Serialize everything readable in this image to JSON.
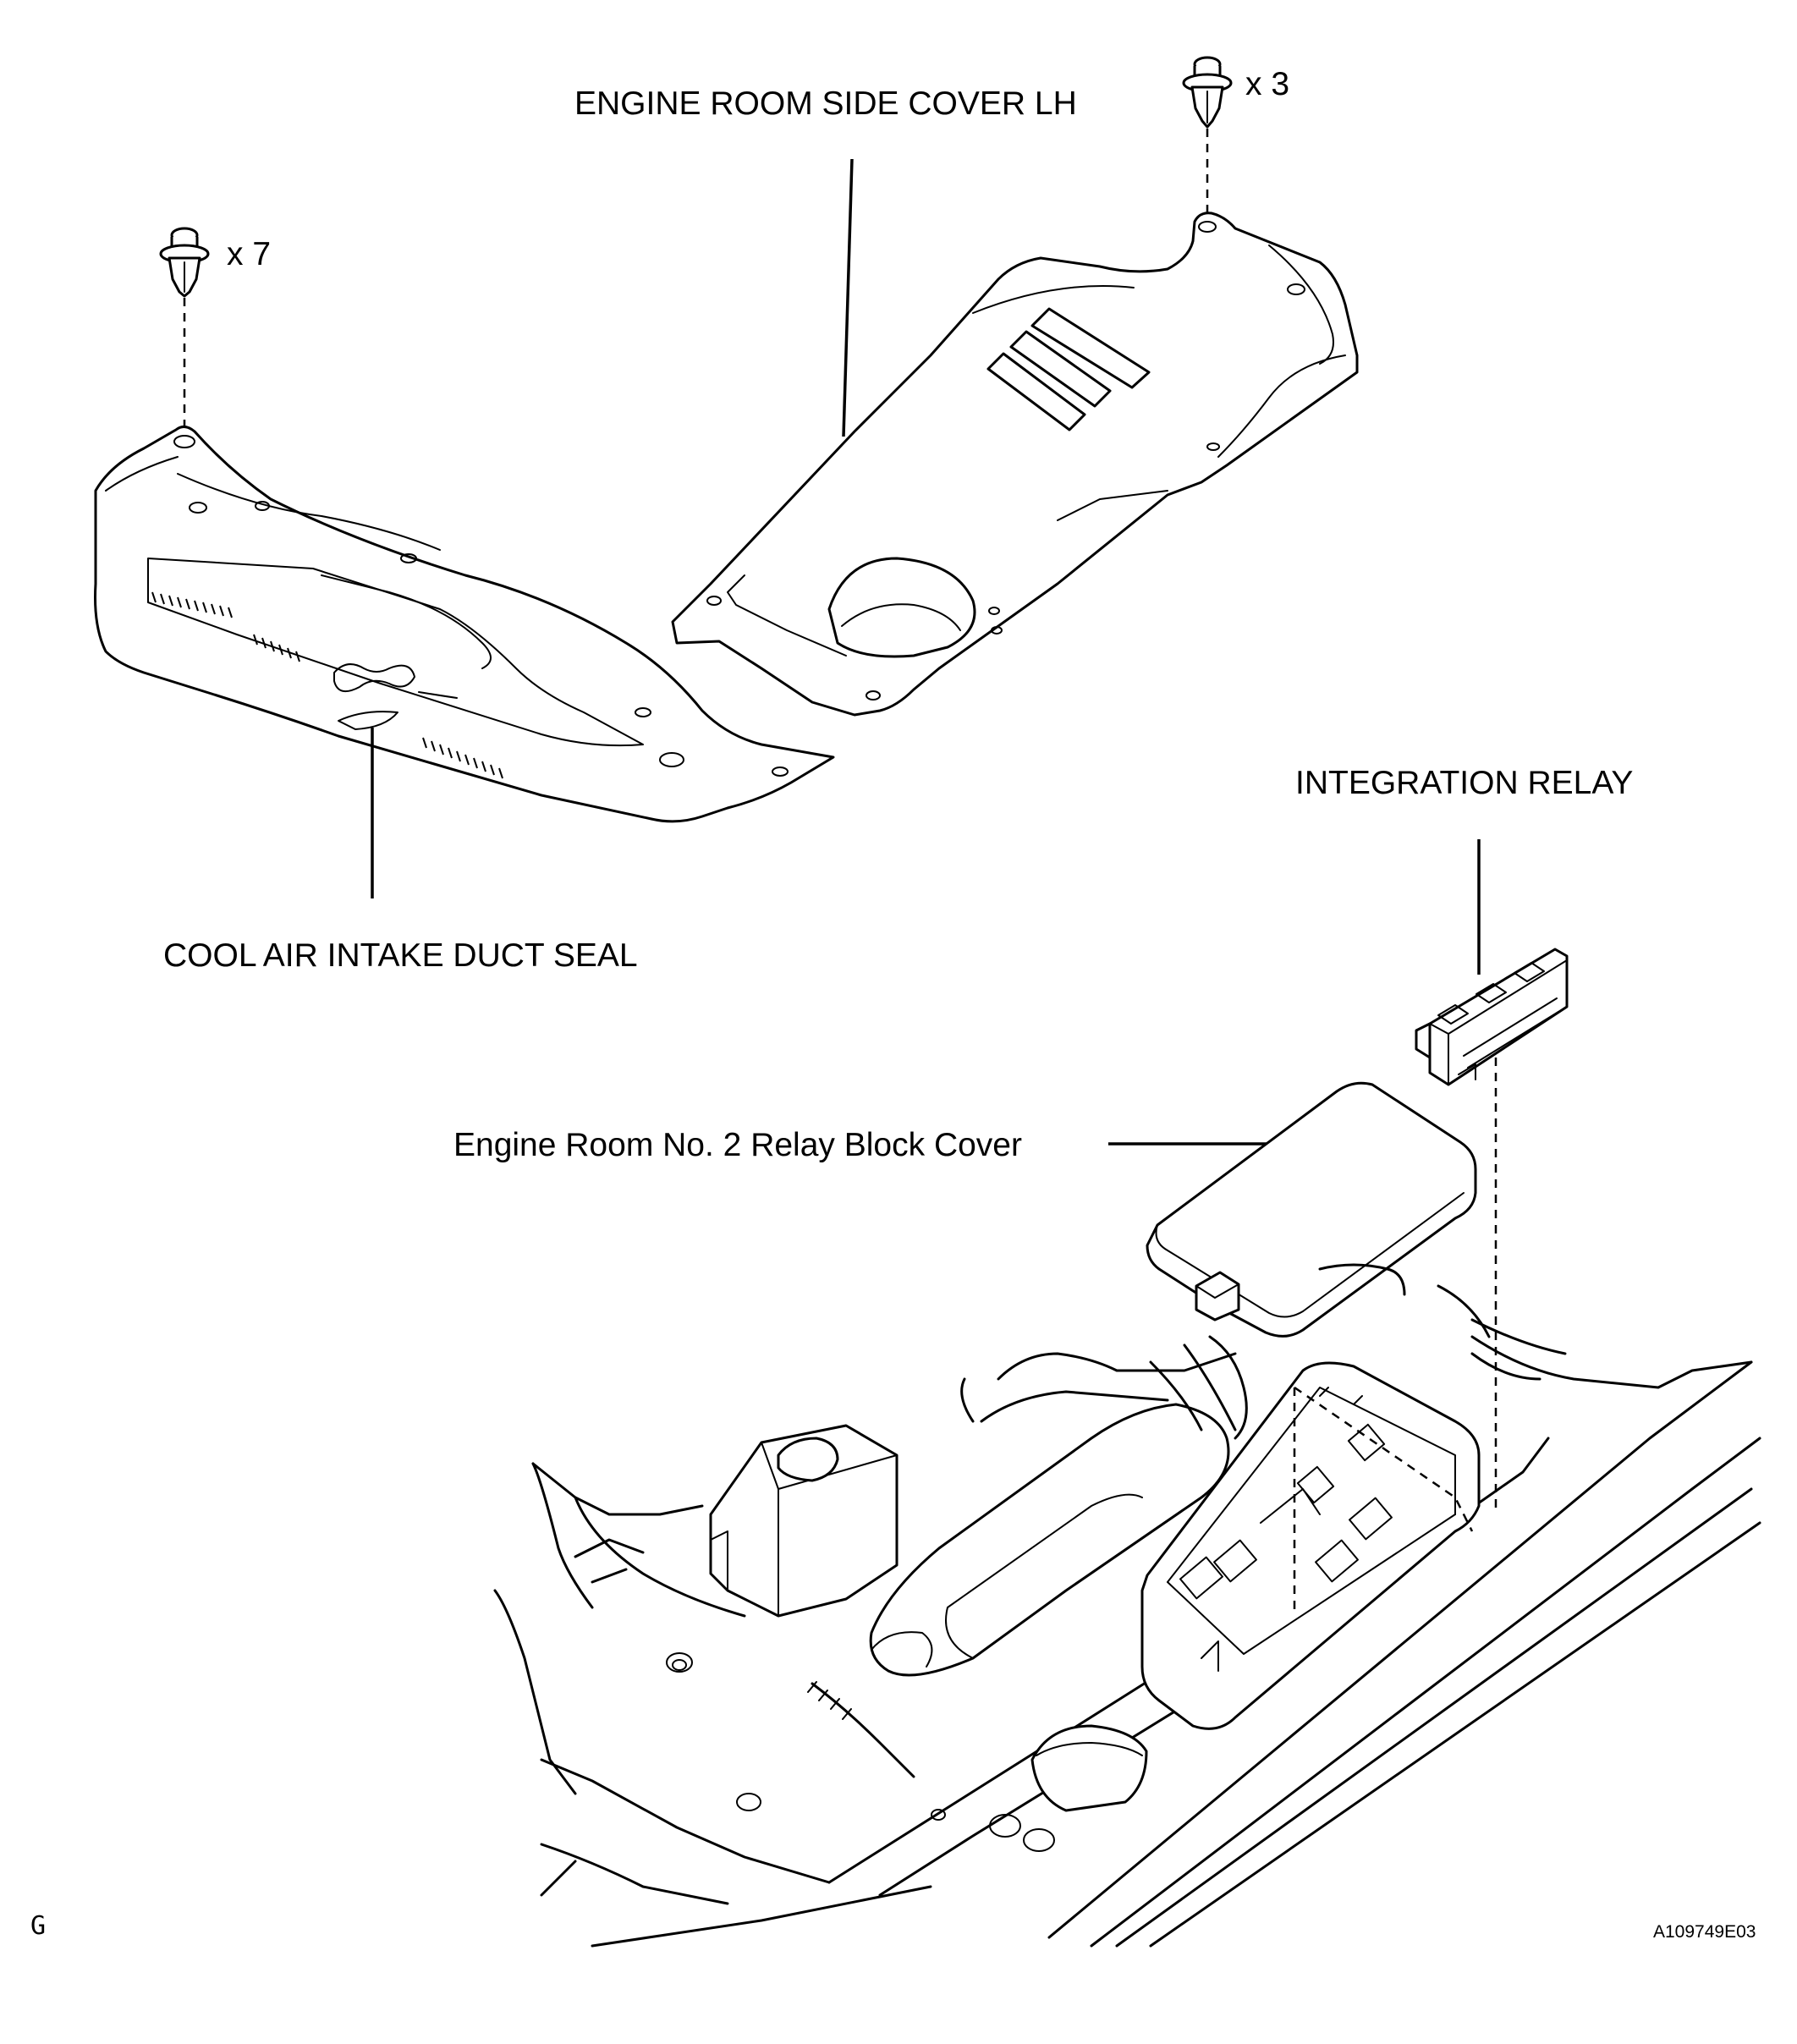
{
  "labels": {
    "side_cover": "ENGINE ROOM SIDE COVER LH",
    "side_cover_qty": "x 3",
    "duct_seal": "COOL AIR INTAKE DUCT SEAL",
    "duct_seal_qty": "x 7",
    "integration_relay": "INTEGRATION RELAY",
    "relay_block_cover": "Engine Room No. 2 Relay Block Cover",
    "corner_letter": "G",
    "figure_code": "A109749E03"
  }
}
